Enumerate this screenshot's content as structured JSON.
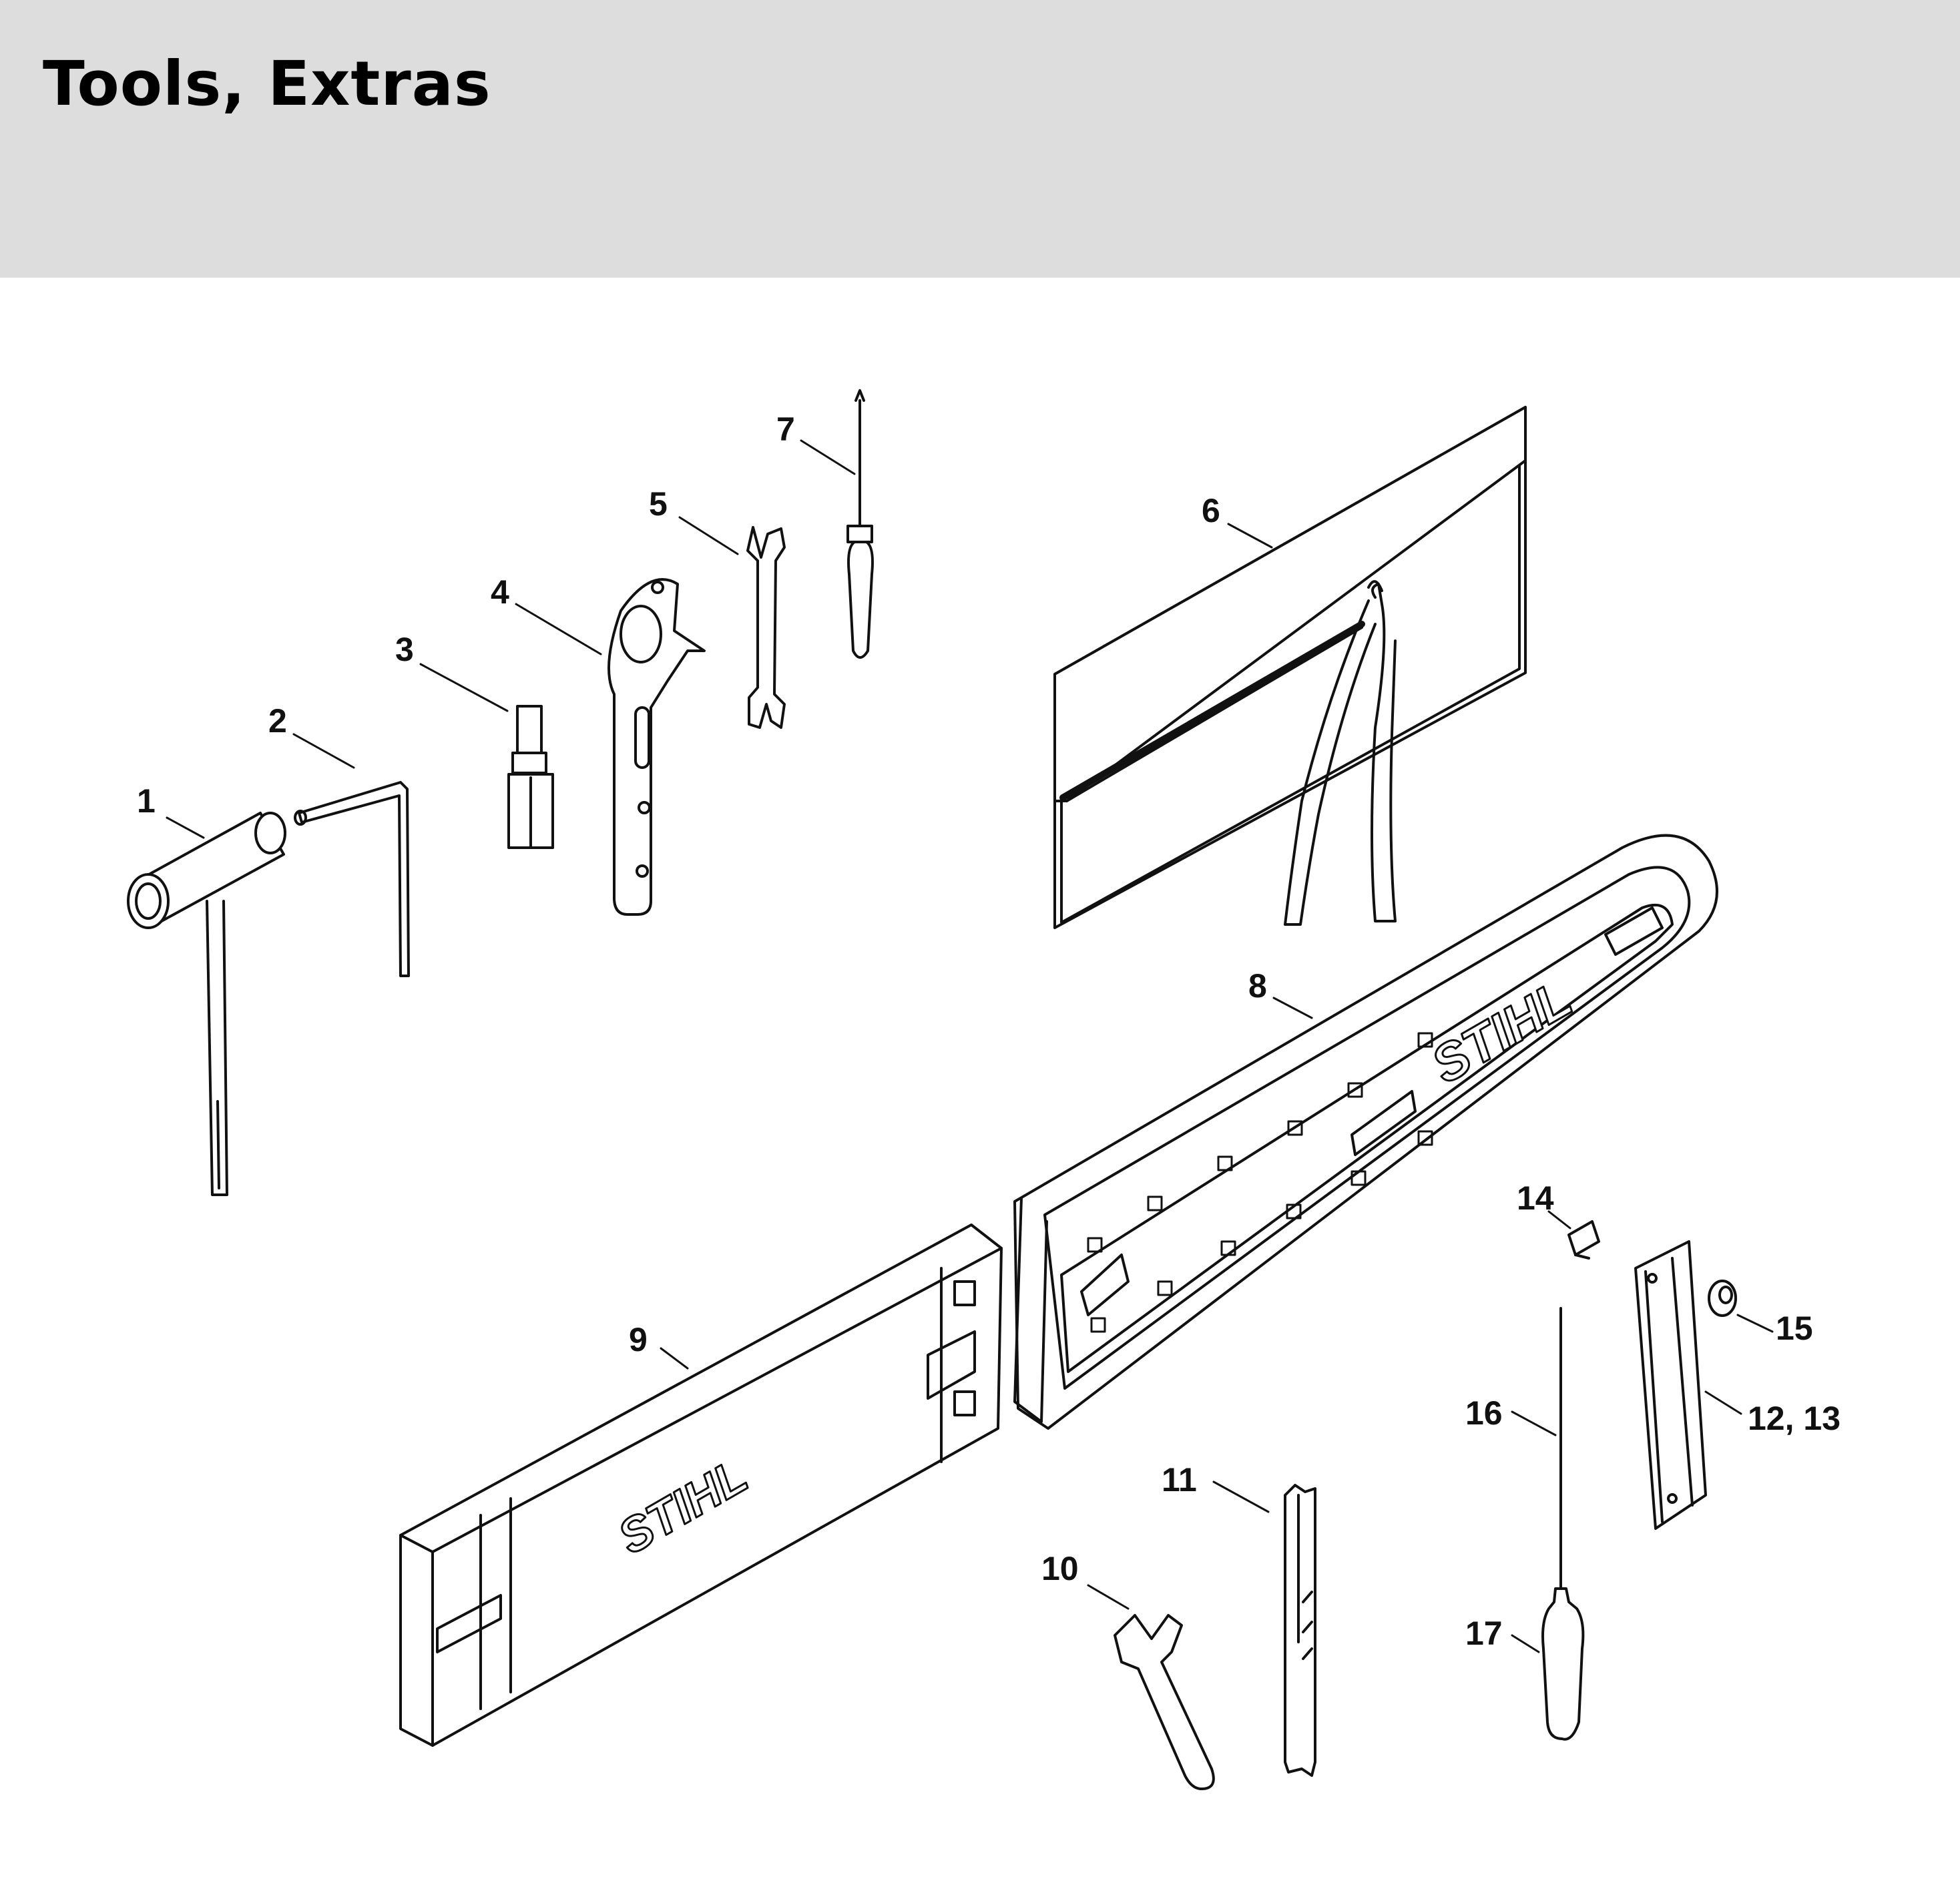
{
  "page": {
    "title": "Tools, Extras",
    "header_color": "#dcdddc"
  },
  "brand": {
    "logo_text": "STIHL"
  },
  "callouts": [
    "1",
    "2",
    "3",
    "4",
    "5",
    "6",
    "7",
    "8",
    "9",
    "10",
    "11",
    "12, 13",
    "14",
    "15",
    "16",
    "17"
  ],
  "icons": {
    "p1": "combination-wrench-t-icon",
    "p2": "hex-key-icon",
    "p3": "socket-adapter-icon",
    "p4": "flat-wrench-icon",
    "p5": "double-open-end-wrench-icon",
    "p6": "tool-pouch-icon",
    "p7": "screwdriver-icon",
    "p8": "chain-scabbard-icon",
    "p9": "scabbard-extension-icon",
    "p10": "open-end-wrench-icon",
    "p11": "depth-gauge-tool-icon",
    "p12": "file-holder-icon",
    "p14": "clip-icon",
    "p15": "nut-icon",
    "p16": "round-file-icon",
    "p17": "file-handle-icon"
  }
}
